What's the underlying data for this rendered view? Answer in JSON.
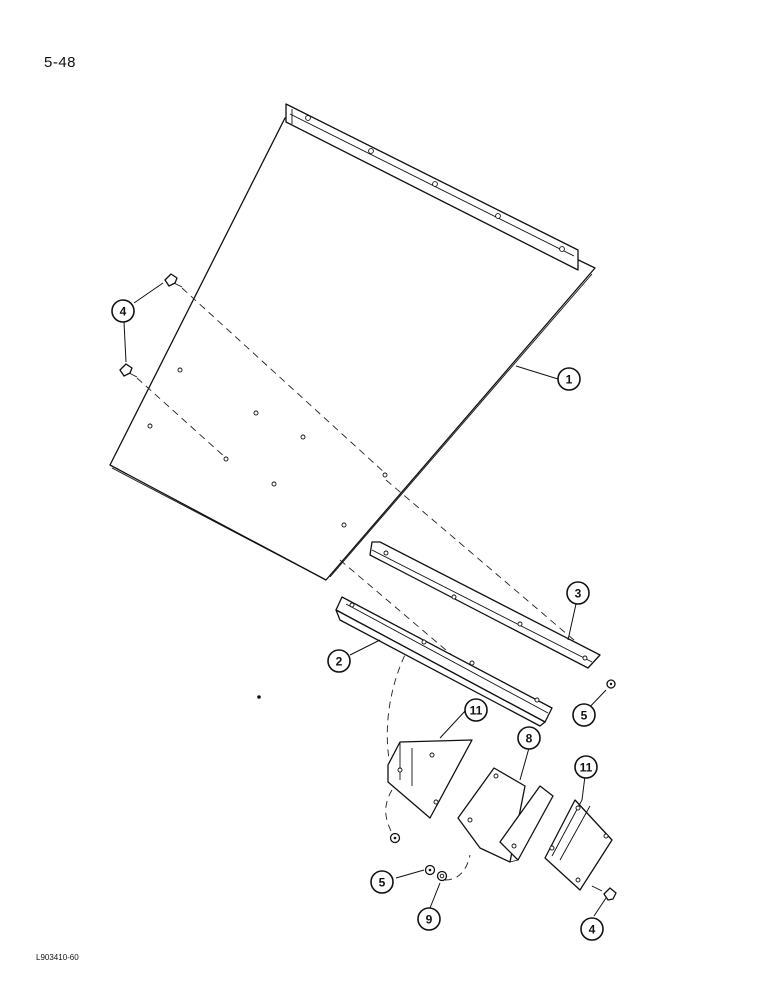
{
  "page": {
    "number": "5-48",
    "drawing_code": "L903410-60"
  },
  "callouts": [
    {
      "id": "c1",
      "label": "1"
    },
    {
      "id": "c2",
      "label": "2"
    },
    {
      "id": "c3",
      "label": "3"
    },
    {
      "id": "c4a",
      "label": "4"
    },
    {
      "id": "c4b",
      "label": "4"
    },
    {
      "id": "c5a",
      "label": "5"
    },
    {
      "id": "c5b",
      "label": "5"
    },
    {
      "id": "c8",
      "label": "8"
    },
    {
      "id": "c9",
      "label": "9"
    },
    {
      "id": "c11a",
      "label": "11"
    },
    {
      "id": "c11b",
      "label": "11"
    }
  ]
}
